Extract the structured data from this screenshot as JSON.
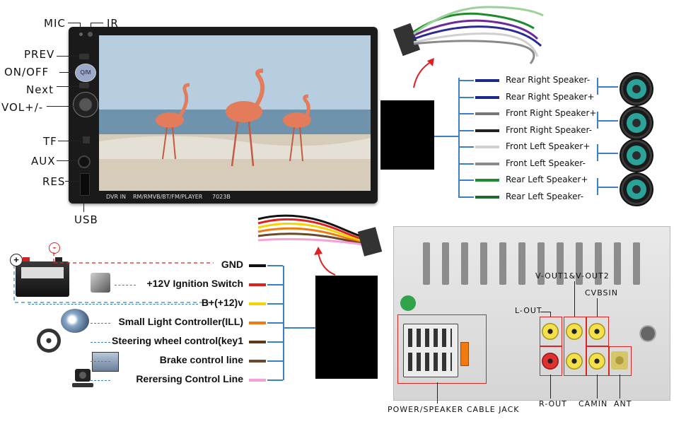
{
  "unit": {
    "labels": {
      "mic": "MIC",
      "ir": "IR",
      "prev": "PREV",
      "on_off": "ON/OFF",
      "next": "Next",
      "vol": "VOL+/-",
      "tf": "TF",
      "aux": "AUX",
      "res": "RES",
      "usb": "USB"
    },
    "screen_stripe": {
      "left": "DVR IN",
      "middle": "RM/RMVB/BT/FM/PLAYER",
      "model": "7023B"
    },
    "button_text": "Q/M"
  },
  "speaker_wires": [
    {
      "label": "Rear Right Speaker-",
      "color": "#1b2a8a"
    },
    {
      "label": "Rear Right Speaker+",
      "color": "#1b2a8a"
    },
    {
      "label": "Front Right Speaker+",
      "color": "#777777"
    },
    {
      "label": "Front Right Speaker-",
      "color": "#222222"
    },
    {
      "label": "Front Left Speaker+",
      "color": "#cfcfcf"
    },
    {
      "label": "Front Left Speaker-",
      "color": "#8a8a8a"
    },
    {
      "label": "Rear Left Speaker+",
      "color": "#1f8a2a"
    },
    {
      "label": "Rear Left Speaker-",
      "color": "#1f6a2a"
    }
  ],
  "power_wires": [
    {
      "label": "GND",
      "color": "#111111"
    },
    {
      "label": "+12V Ignition Switch",
      "color": "#e02020"
    },
    {
      "label": "B+(+12)v",
      "color": "#f2d400"
    },
    {
      "label": "Small Light Controller(ILL)",
      "color": "#f07a10"
    },
    {
      "label": "Steering wheel control(key1",
      "color": "#5a3a1a"
    },
    {
      "label": "Brake control line",
      "color": "#6a4a2a"
    },
    {
      "label": "Rerersing Control Line",
      "color": "#f5a0d8"
    }
  ],
  "battery": {
    "plus": "+",
    "minus": "-"
  },
  "rear_panel": {
    "vout": "V-OUT1&V-OUT2",
    "cvbsin": "CVBSIN",
    "lout": "L-OUT",
    "rout": "R-OUT",
    "camin": "CAMIN",
    "ant": "ANT",
    "power_jack": "POWER/SPEAKER CABLE JACK"
  },
  "colors": {
    "accent_blue": "#3b7fc4",
    "arrow_red": "#e02020",
    "highlight_red": "#d22222"
  }
}
